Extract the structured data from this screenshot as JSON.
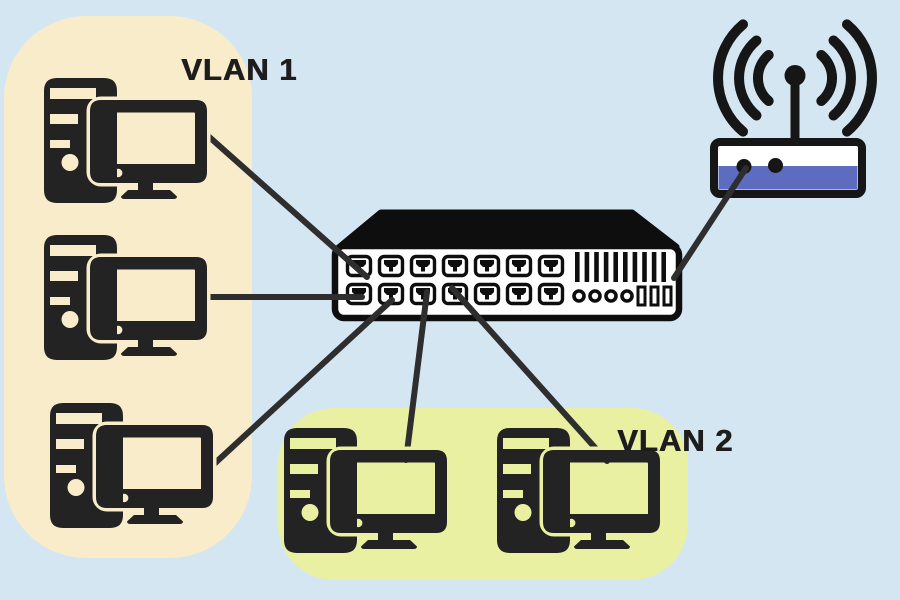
{
  "diagram_type": "vlan-network-topology",
  "zones": [
    {
      "id": "vlan1",
      "label": "VLAN 1",
      "fill": "#f8ecca",
      "computer_count": 3
    },
    {
      "id": "vlan2",
      "label": "VLAN 2",
      "fill": "#e9f0a2",
      "computer_count": 2
    }
  ],
  "devices": {
    "computers": [
      {
        "id": "vlan1-computer-1",
        "zone": "VLAN 1",
        "icon": "desktop-computer-icon"
      },
      {
        "id": "vlan1-computer-2",
        "zone": "VLAN 1",
        "icon": "desktop-computer-icon"
      },
      {
        "id": "vlan1-computer-3",
        "zone": "VLAN 1",
        "icon": "desktop-computer-icon"
      },
      {
        "id": "vlan2-computer-1",
        "zone": "VLAN 2",
        "icon": "desktop-computer-icon"
      },
      {
        "id": "vlan2-computer-2",
        "zone": "VLAN 2",
        "icon": "desktop-computer-icon"
      }
    ],
    "switch": {
      "id": "ethernet-switch",
      "icon": "switch-icon",
      "port_rows": 2,
      "ports_per_row": 7,
      "vent_slots": 10,
      "indicator_rings": 4,
      "indicator_bars": 3
    },
    "router": {
      "id": "wireless-router",
      "icon": "wifi-router-icon",
      "antenna": true,
      "signal_arcs_per_side": 3,
      "buttons": 2
    }
  },
  "connections": [
    {
      "from": "vlan1-computer-1",
      "to": "ethernet-switch"
    },
    {
      "from": "vlan1-computer-2",
      "to": "ethernet-switch"
    },
    {
      "from": "vlan1-computer-3",
      "to": "ethernet-switch"
    },
    {
      "from": "vlan2-computer-1",
      "to": "ethernet-switch"
    },
    {
      "from": "vlan2-computer-2",
      "to": "ethernet-switch"
    },
    {
      "from": "ethernet-switch",
      "to": "wireless-router"
    }
  ],
  "colors": {
    "background": "#d5e6f3",
    "vlan1_fill": "#f8ecca",
    "vlan2_fill": "#e9f0a2",
    "device_ink": "#232323",
    "switch_ink": "#0e0e0e",
    "cable": "#2e2e2e",
    "router_accent": "#5e6cc0",
    "label_text": "#1d1d1d"
  }
}
